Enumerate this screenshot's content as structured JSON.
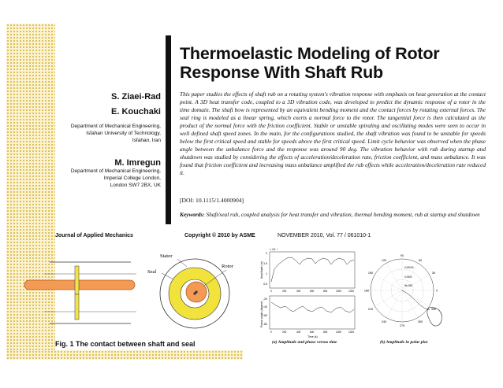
{
  "title": "Thermoelastic Modeling of Rotor Response With Shaft Rub",
  "authors": [
    {
      "name": "S. Ziaei-Rad"
    },
    {
      "name": "E. Kouchaki"
    },
    {
      "name": "M. Imregun"
    }
  ],
  "affiliations": [
    [
      "Department of Mechanical Engineering,",
      "Isfahan University of Technology,",
      "Isfahan, Iran"
    ],
    [
      "Department of Mechanical Engineering,",
      "Imperial College London,",
      "London SW7 2BX, UK"
    ]
  ],
  "abstract": "This paper studies the effects of shaft rub on a rotating system's vibration response with emphasis on heat generation at the contact point. A 3D heat transfer code, coupled to a 3D vibration code, was developed to predict the dynamic response of a rotor in the time domain. The shaft bow is represented by an equivalent bending moment and the contact forces by rotating external forces. The seal ring is modeled as a linear spring, which exerts a normal force to the rotor. The tangential force is then calculated as the product of the normal force with the friction coefficient. Stable or unstable spiraling and oscillating modes were seen to occur in well defined shaft speed zones. In the main, for the configurations studied, the shaft vibration was found to be unstable for speeds below the first critical speed and stable for speeds above the first critical speed. Limit cycle behavior was observed when the phase angle between the unbalance force and the response was around 90 deg. The vibration behavior with rub during startup and shutdown was studied by considering the effects of acceleration/deceleration rate, friction coefficient, and mass unbalance. It was found that friction coefficient and increasing mass unbalance amplified the rub effects while acceleration/deceleration rate reduced it.",
  "doi": "[DOI: 10.1115/1.4000904]",
  "keywords_label": "Keywords:",
  "keywords": "Shaft/seal rub, coupled analysis for heat transfer and vibration, thermal bending moment, rub at startup and shutdown",
  "footer": {
    "journal": "Journal of Applied Mechanics",
    "copyright": "Copyright © 2010 by ASME",
    "issue": "NOVEMBER 2010, Vol. 77  /  061010-1"
  },
  "figure": {
    "caption": "Fig. 1   The contact between shaft and seal",
    "labels": {
      "stator": "Stator",
      "seal": "Seal",
      "rotor": "Rotor"
    },
    "subcaption_a": "(a) Amplitude and phase versus time",
    "subcaption_b": "(b) Amplitude in polar plot",
    "plot_a": {
      "multiplier": "× 10⁻⁴",
      "ylabel_top": "Amplitude (m)",
      "ylabel_bottom": "Phase angle (degree)",
      "xlabel": "Time (s)",
      "xticks": [
        "0",
        "200",
        "400",
        "600",
        "800",
        "1000",
        "1200"
      ],
      "yticks_top": [
        "2",
        "1.5",
        "1",
        "0.5"
      ],
      "yticks_bottom": [
        "-20",
        "-40",
        "-60",
        "-80"
      ]
    },
    "polar": {
      "angles": [
        "90",
        "120",
        "60",
        "150",
        "30",
        "180",
        "0",
        "210",
        "330",
        "240",
        "300",
        "270"
      ],
      "rings": [
        "0.00015",
        "0.0001",
        "5e-005"
      ]
    }
  }
}
